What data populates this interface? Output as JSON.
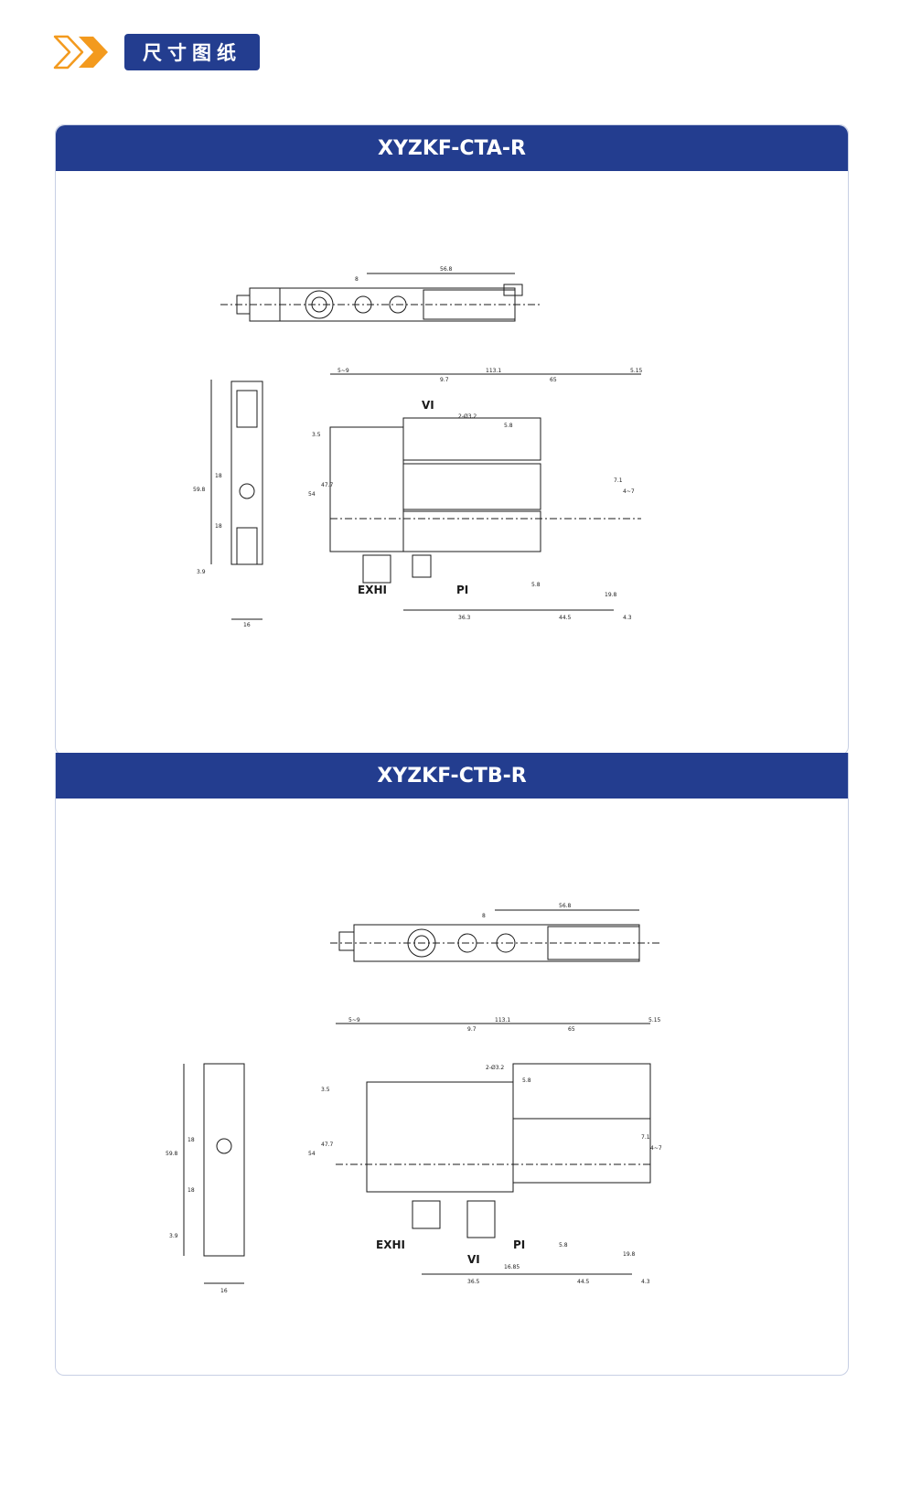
{
  "section_title": "尺寸图纸",
  "models": [
    {
      "name": "XYZKF-CTA-R"
    },
    {
      "name": "XYZKF-CTB-R"
    }
  ],
  "dims": {
    "top_width": "56.8",
    "top_small": "8",
    "d59": "5~9",
    "d113": "113.1",
    "d97": "9.7",
    "d65": "65",
    "d515": "5.15",
    "vi": "VI",
    "hole": "2-Ø3.2",
    "d58a": "5.8",
    "d35": "3.5",
    "d54": "54",
    "d477": "47.7",
    "d71": "7.1",
    "d47": "4~7",
    "exh": "EXHI",
    "pi": "PI",
    "d58b": "5.8",
    "d198": "19.8",
    "d363": "36.3",
    "d445": "44.5",
    "d43": "4.3",
    "side598": "59.8",
    "side18a": "18",
    "side18b": "18",
    "side39": "3.9",
    "side16": "16",
    "b_d365": "36.5",
    "b_d1685": "16.85"
  },
  "colors": {
    "brand": "#233d8f",
    "accent": "#f39a1e",
    "line": "#1a1a1a"
  }
}
